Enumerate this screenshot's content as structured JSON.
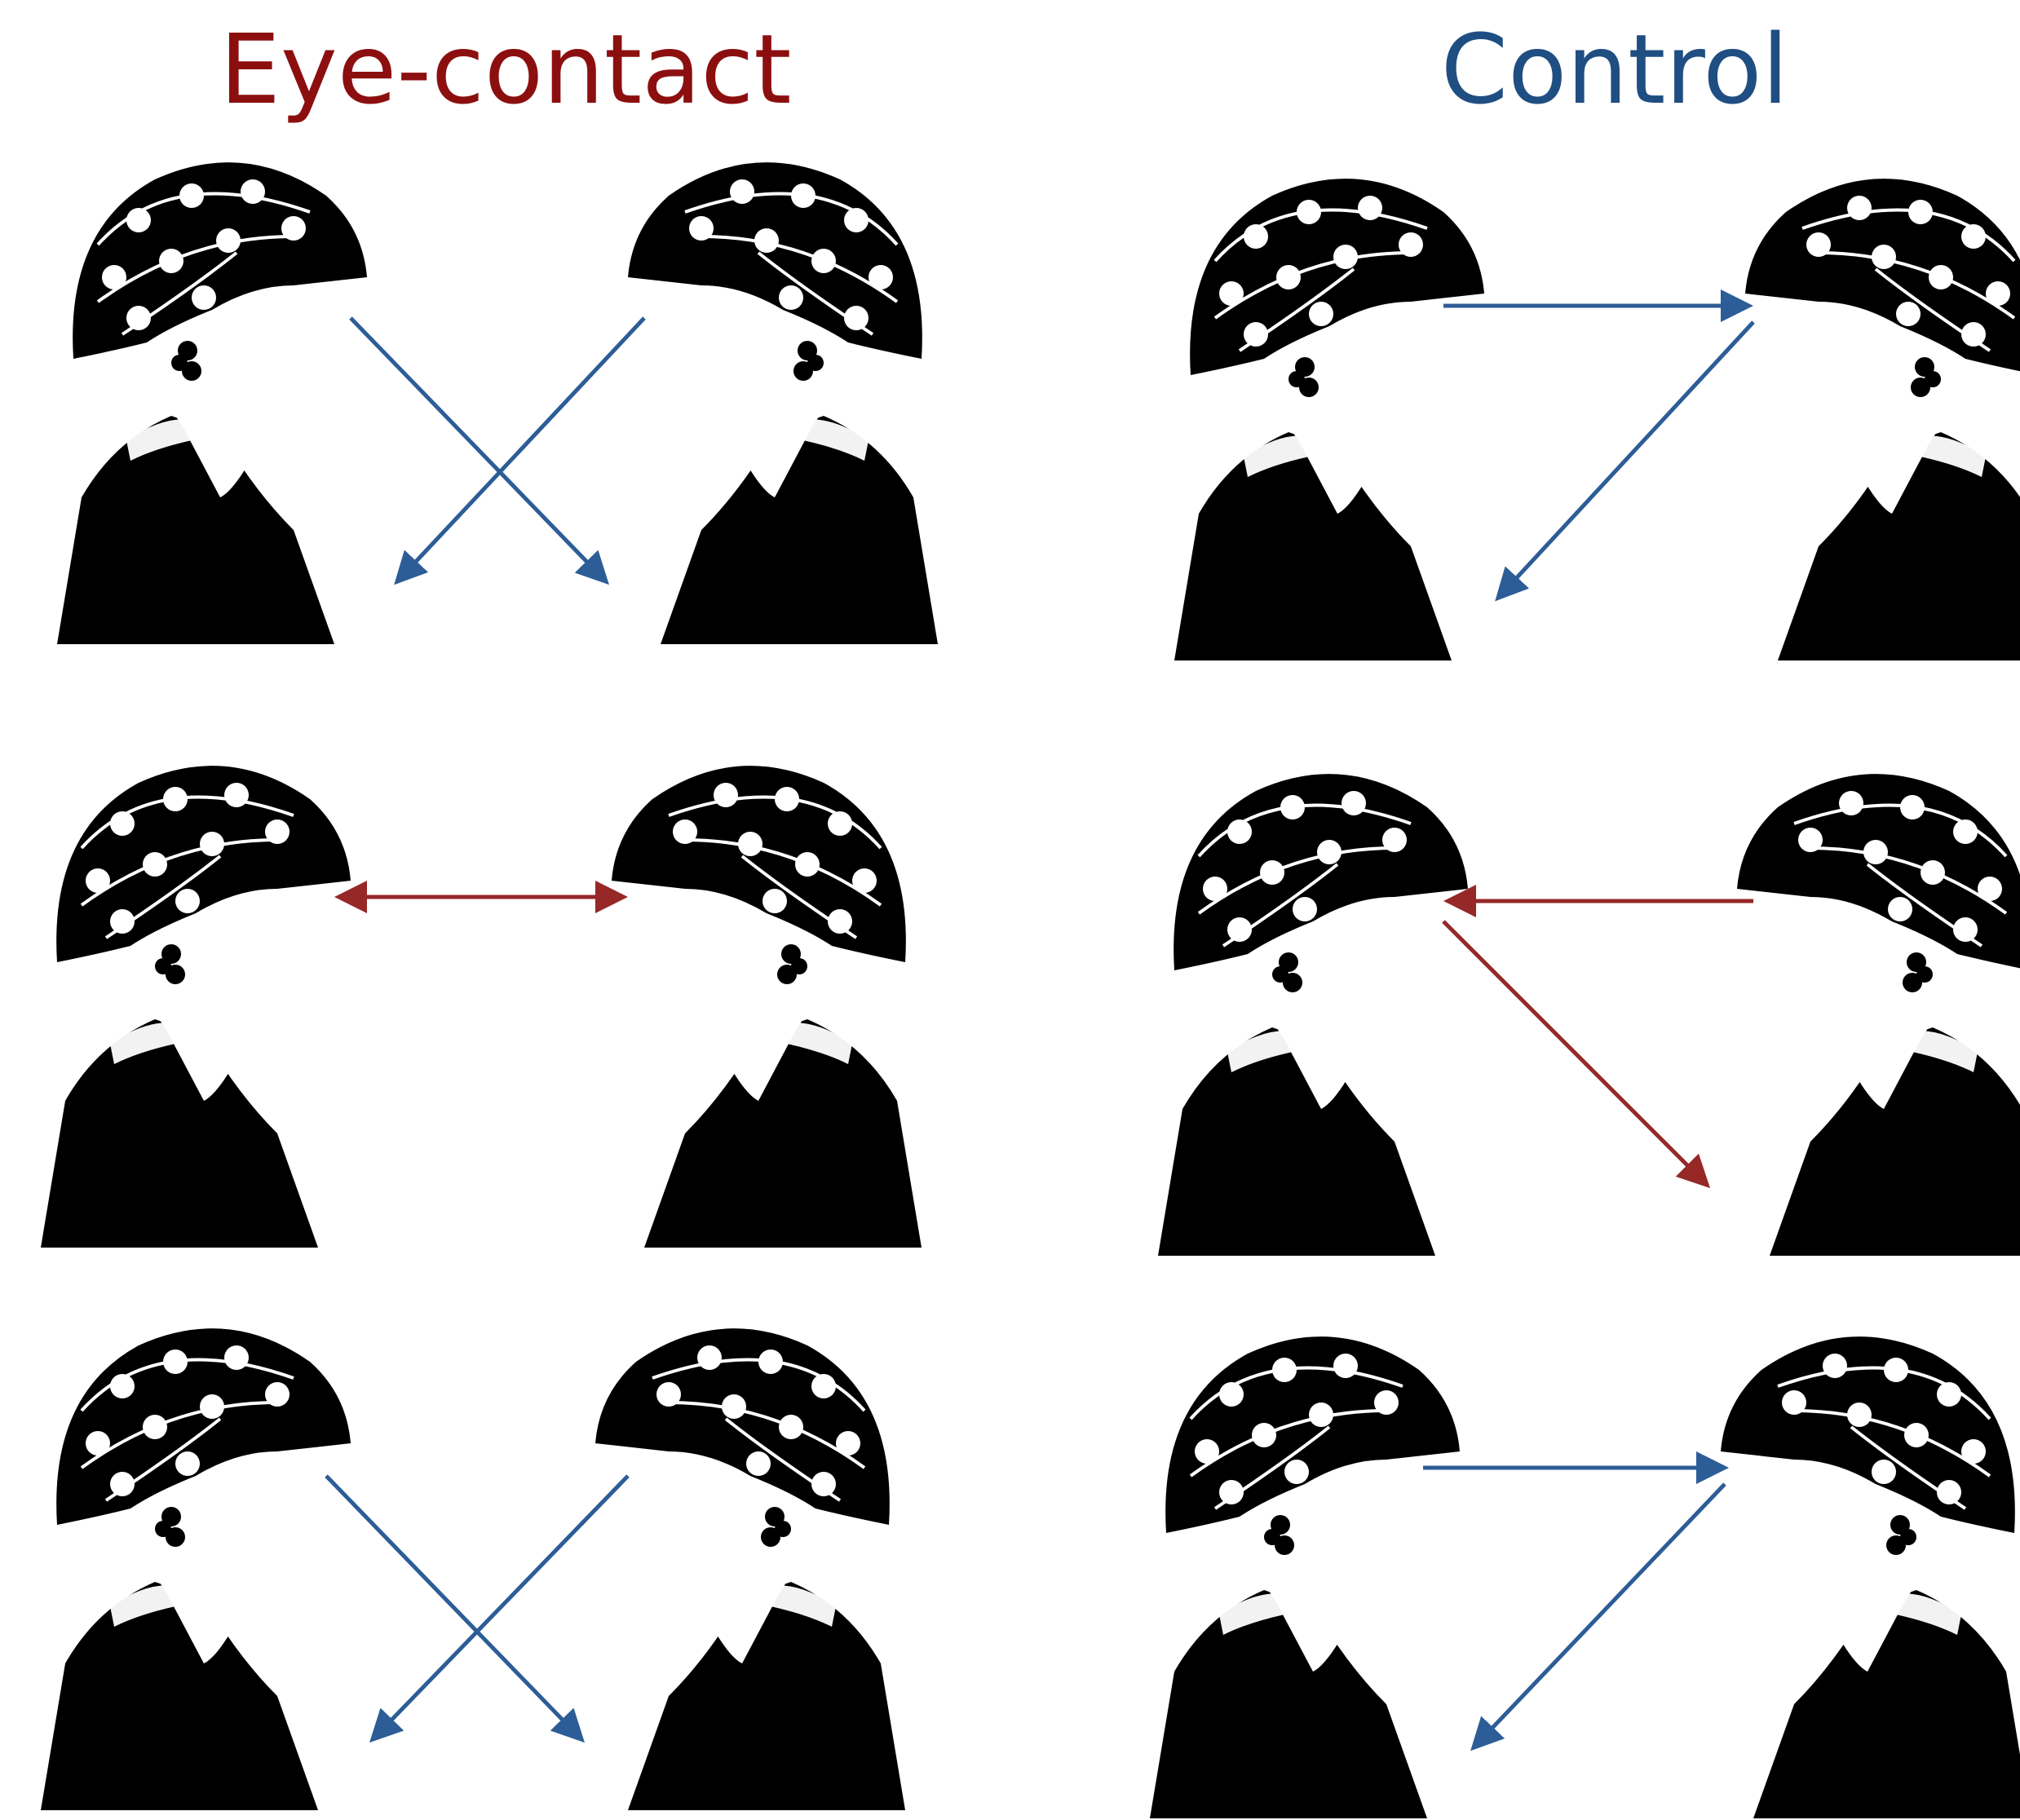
{
  "titles": {
    "eye_contact": "Eye-contact",
    "control": "Control"
  },
  "colors": {
    "eye_contact_title": "#8c0f0f",
    "control_title": "#1f4e82",
    "blue": "#2d5d97",
    "red": "#962828",
    "white": "#ffffff"
  },
  "panels": [
    {
      "column": "eye-contact",
      "row": 1,
      "color": "blue",
      "gaze": "crossed-downward"
    },
    {
      "column": "eye-contact",
      "row": 2,
      "color": "red",
      "gaze": "mutual"
    },
    {
      "column": "eye-contact",
      "row": 3,
      "color": "blue",
      "gaze": "crossed-downward"
    },
    {
      "column": "control",
      "row": 1,
      "color": "blue",
      "gaze": "left-at-right, right-downward"
    },
    {
      "column": "control",
      "row": 2,
      "color": "red",
      "gaze": "right-at-left, left-downward"
    },
    {
      "column": "control",
      "row": 3,
      "color": "blue",
      "gaze": "left-at-right, right-downward"
    }
  ]
}
